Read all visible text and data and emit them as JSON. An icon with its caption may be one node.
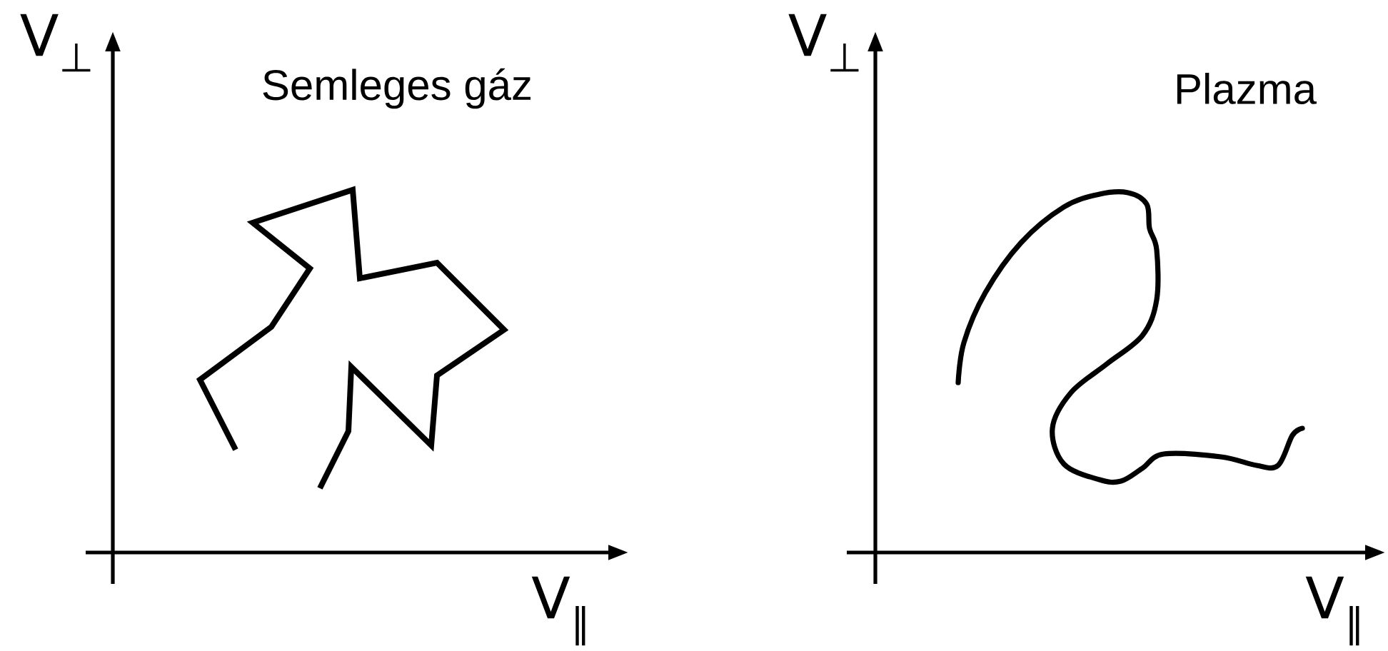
{
  "diagram": {
    "labels": [
      "V$_{⊥}$",
      "Semleges gáz",
      "V$_{∥}$",
      "V$_{⊥}$",
      "Plazma",
      "V$_{∥}$"
    ]
  }
}
